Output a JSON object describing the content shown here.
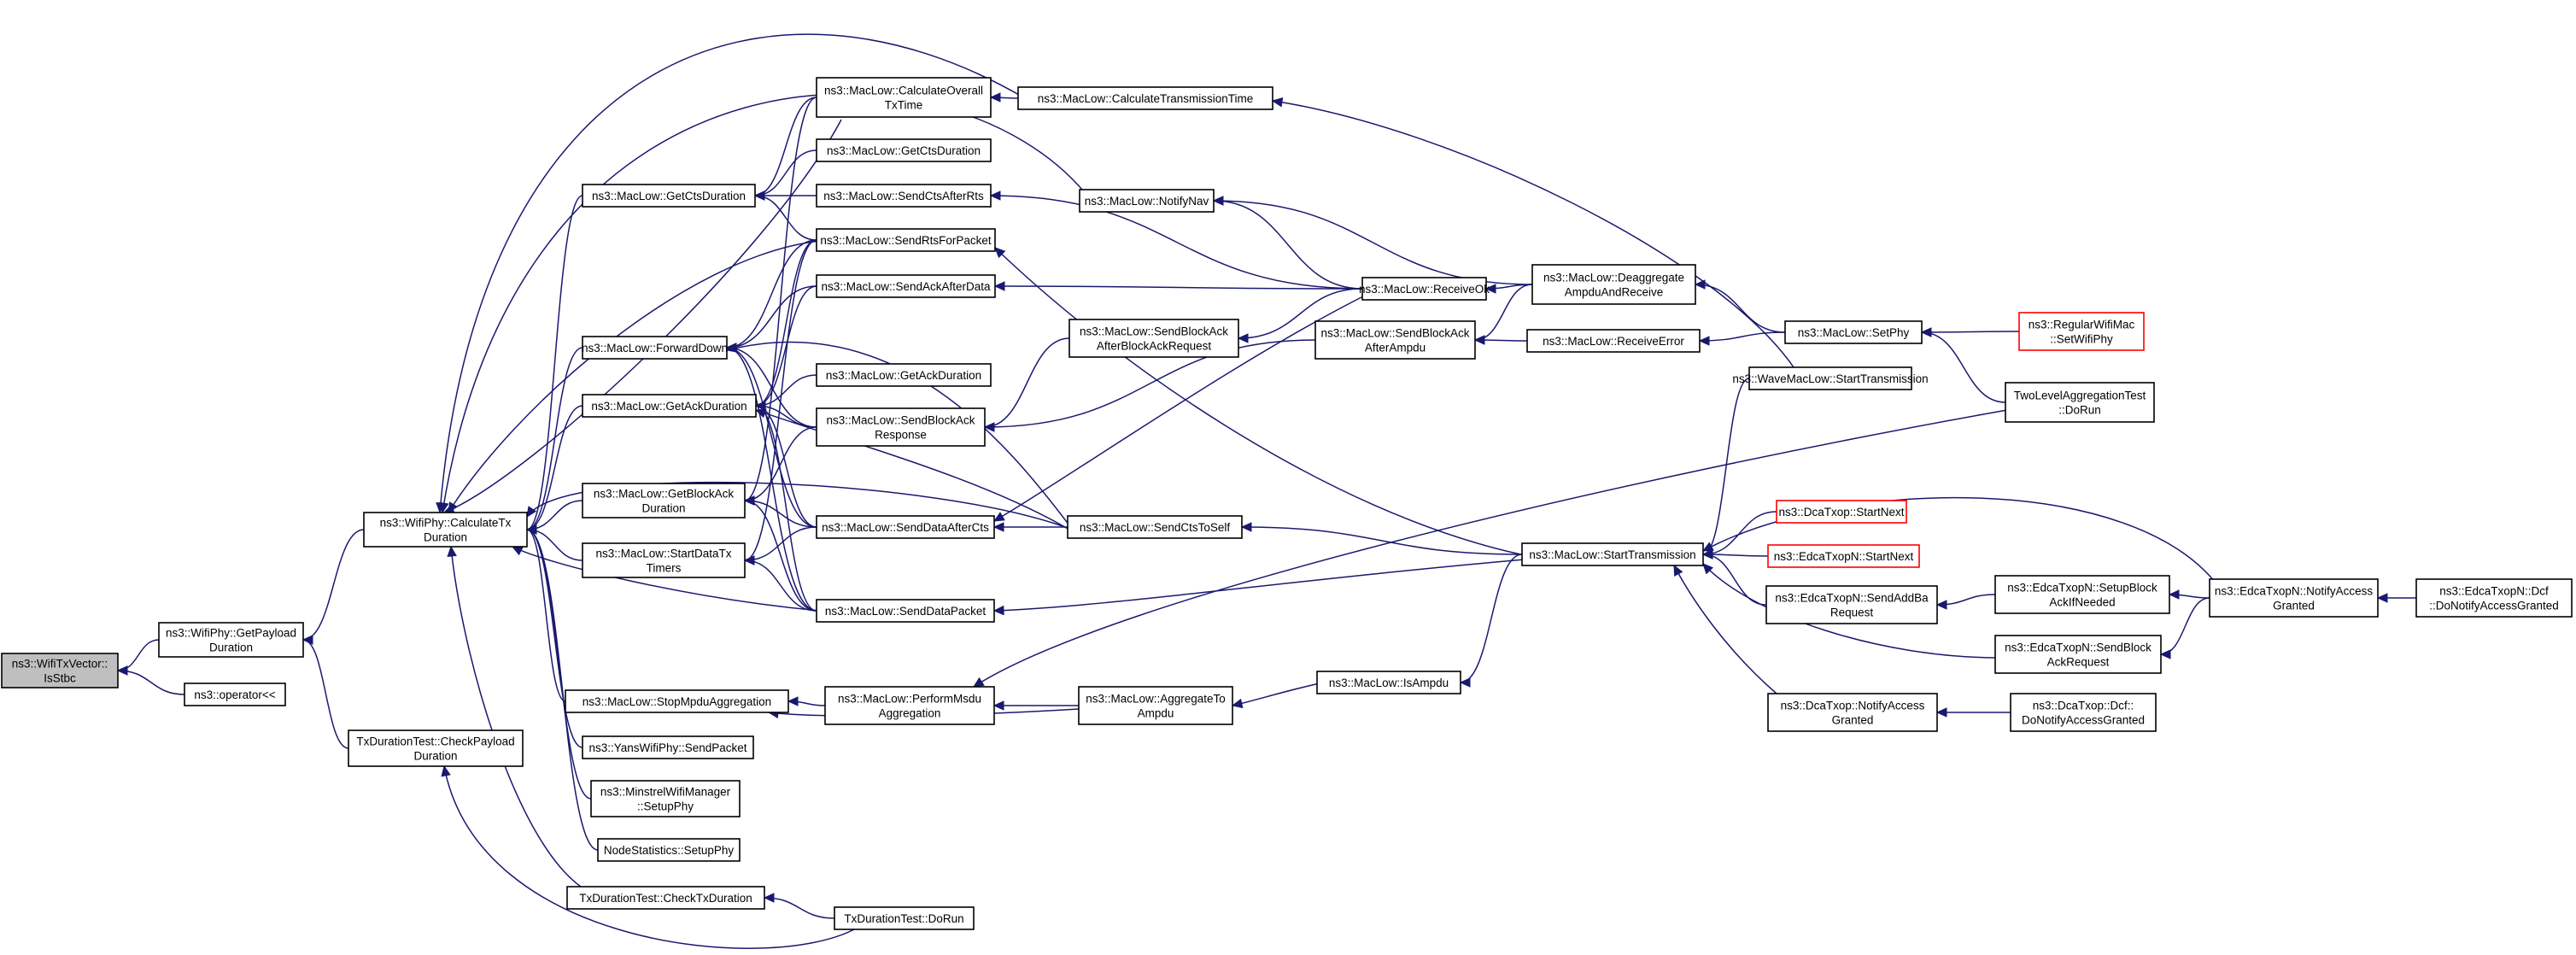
{
  "colors": {
    "edge": "#191970",
    "root_fill": "#bfbfbf",
    "red_border": "#ff0000"
  },
  "nodes": [
    {
      "id": "n0",
      "lines": [
        "ns3::WifiTxVector::",
        "IsStbc"
      ],
      "root": true
    },
    {
      "id": "n1",
      "lines": [
        "ns3::WifiPhy::GetPayload",
        "Duration"
      ]
    },
    {
      "id": "n2",
      "lines": [
        "ns3::operator<<"
      ]
    },
    {
      "id": "n3",
      "lines": [
        "ns3::WifiPhy::CalculateTx",
        "Duration"
      ]
    },
    {
      "id": "n4",
      "lines": [
        "TxDurationTest::CheckPayload",
        "Duration"
      ]
    },
    {
      "id": "n5",
      "lines": [
        "ns3::MacLow::GetCtsDuration"
      ]
    },
    {
      "id": "n6",
      "lines": [
        "ns3::MacLow::ForwardDown"
      ]
    },
    {
      "id": "n7",
      "lines": [
        "ns3::MacLow::GetAckDuration"
      ]
    },
    {
      "id": "n8",
      "lines": [
        "ns3::MacLow::GetBlockAck",
        "Duration"
      ]
    },
    {
      "id": "n9",
      "lines": [
        "ns3::MacLow::StartDataTx",
        "Timers"
      ]
    },
    {
      "id": "n10",
      "lines": [
        "ns3::MacLow::StopMpduAggregation"
      ]
    },
    {
      "id": "n11",
      "lines": [
        "ns3::YansWifiPhy::SendPacket"
      ]
    },
    {
      "id": "n12",
      "lines": [
        "ns3::MinstrelWifiManager",
        "::SetupPhy"
      ]
    },
    {
      "id": "n13",
      "lines": [
        "NodeStatistics::SetupPhy"
      ]
    },
    {
      "id": "n14",
      "lines": [
        "TxDurationTest::CheckTxDuration"
      ]
    },
    {
      "id": "n15",
      "lines": [
        "TxDurationTest::DoRun"
      ]
    },
    {
      "id": "n16",
      "lines": [
        "ns3::MacLow::CalculateOverall",
        "TxTime"
      ]
    },
    {
      "id": "n17",
      "lines": [
        "ns3::MacLow::GetCtsDuration"
      ]
    },
    {
      "id": "n18",
      "lines": [
        "ns3::MacLow::SendCtsAfterRts"
      ]
    },
    {
      "id": "n19",
      "lines": [
        "ns3::MacLow::SendRtsForPacket"
      ]
    },
    {
      "id": "n20",
      "lines": [
        "ns3::MacLow::SendAckAfterData"
      ]
    },
    {
      "id": "n21",
      "lines": [
        "ns3::MacLow::GetAckDuration"
      ]
    },
    {
      "id": "n22",
      "lines": [
        "ns3::MacLow::SendBlockAck",
        "Response"
      ]
    },
    {
      "id": "n23",
      "lines": [
        "ns3::MacLow::SendDataAfterCts"
      ]
    },
    {
      "id": "n24",
      "lines": [
        "ns3::MacLow::SendDataPacket"
      ]
    },
    {
      "id": "n25",
      "lines": [
        "ns3::MacLow::PerformMsdu",
        "Aggregation"
      ]
    },
    {
      "id": "n26",
      "lines": [
        "ns3::MacLow::CalculateTransmissionTime"
      ]
    },
    {
      "id": "n27",
      "lines": [
        "ns3::MacLow::NotifyNav"
      ]
    },
    {
      "id": "n28",
      "lines": [
        "ns3::MacLow::SendBlockAck",
        "AfterBlockAckRequest"
      ]
    },
    {
      "id": "n29",
      "lines": [
        "ns3::MacLow::SendCtsToSelf"
      ]
    },
    {
      "id": "n30",
      "lines": [
        "ns3::MacLow::AggregateTo",
        "Ampdu"
      ]
    },
    {
      "id": "n31",
      "lines": [
        "ns3::MacLow::ReceiveOk"
      ]
    },
    {
      "id": "n32",
      "lines": [
        "ns3::MacLow::SendBlockAck",
        "AfterAmpdu"
      ]
    },
    {
      "id": "n33",
      "lines": [
        "ns3::MacLow::IsAmpdu"
      ]
    },
    {
      "id": "n34",
      "lines": [
        "ns3::MacLow::Deaggregate",
        "AmpduAndReceive"
      ]
    },
    {
      "id": "n35",
      "lines": [
        "ns3::MacLow::ReceiveError"
      ]
    },
    {
      "id": "n36",
      "lines": [
        "ns3::MacLow::StartTransmission"
      ]
    },
    {
      "id": "n37",
      "lines": [
        "ns3::MacLow::SetPhy"
      ]
    },
    {
      "id": "n38",
      "lines": [
        "ns3::WaveMacLow::StartTransmission"
      ]
    },
    {
      "id": "n39",
      "lines": [
        "ns3::DcaTxop::StartNext"
      ],
      "red": true
    },
    {
      "id": "n40",
      "lines": [
        "ns3::EdcaTxopN::StartNext"
      ],
      "red": true
    },
    {
      "id": "n41",
      "lines": [
        "ns3::EdcaTxopN::SendAddBa",
        "Request"
      ]
    },
    {
      "id": "n42",
      "lines": [
        "ns3::DcaTxop::NotifyAccess",
        "Granted"
      ]
    },
    {
      "id": "n43",
      "lines": [
        "ns3::RegularWifiMac",
        "::SetWifiPhy"
      ],
      "red": true
    },
    {
      "id": "n44",
      "lines": [
        "TwoLevelAggregationTest",
        "::DoRun"
      ]
    },
    {
      "id": "n45",
      "lines": [
        "ns3::EdcaTxopN::SetupBlock",
        "AckIfNeeded"
      ]
    },
    {
      "id": "n46",
      "lines": [
        "ns3::EdcaTxopN::SendBlock",
        "AckRequest"
      ]
    },
    {
      "id": "n47",
      "lines": [
        "ns3::DcaTxop::Dcf::",
        "DoNotifyAccessGranted"
      ]
    },
    {
      "id": "n48",
      "lines": [
        "ns3::EdcaTxopN::NotifyAccess",
        "Granted"
      ]
    },
    {
      "id": "n49",
      "lines": [
        "ns3::EdcaTxopN::Dcf",
        "::DoNotifyAccessGranted"
      ]
    }
  ],
  "edges": [
    [
      "n1",
      "n0"
    ],
    [
      "n2",
      "n0"
    ],
    [
      "n3",
      "n1"
    ],
    [
      "n4",
      "n1"
    ],
    [
      "n5",
      "n3"
    ],
    [
      "n6",
      "n3"
    ],
    [
      "n7",
      "n3"
    ],
    [
      "n8",
      "n3"
    ],
    [
      "n9",
      "n3"
    ],
    [
      "n10",
      "n3"
    ],
    [
      "n11",
      "n3"
    ],
    [
      "n12",
      "n3"
    ],
    [
      "n13",
      "n3"
    ],
    [
      "n14",
      "n3"
    ],
    [
      "n16",
      "n3"
    ],
    [
      "n26",
      "n3"
    ],
    [
      "n27",
      "n3"
    ],
    [
      "n19",
      "n3"
    ],
    [
      "n24",
      "n3"
    ],
    [
      "n29",
      "n3"
    ],
    [
      "n15",
      "n4"
    ],
    [
      "n15",
      "n14"
    ],
    [
      "n16",
      "n5"
    ],
    [
      "n17",
      "n5"
    ],
    [
      "n18",
      "n5"
    ],
    [
      "n19",
      "n5"
    ],
    [
      "n19",
      "n6"
    ],
    [
      "n20",
      "n6"
    ],
    [
      "n22",
      "n6"
    ],
    [
      "n23",
      "n6"
    ],
    [
      "n24",
      "n6"
    ],
    [
      "n29",
      "n6"
    ],
    [
      "n19",
      "n7"
    ],
    [
      "n20",
      "n7"
    ],
    [
      "n21",
      "n7"
    ],
    [
      "n22",
      "n7"
    ],
    [
      "n23",
      "n7"
    ],
    [
      "n24",
      "n7"
    ],
    [
      "n29",
      "n7"
    ],
    [
      "n16",
      "n8"
    ],
    [
      "n22",
      "n8"
    ],
    [
      "n23",
      "n8"
    ],
    [
      "n24",
      "n8"
    ],
    [
      "n19",
      "n9"
    ],
    [
      "n23",
      "n9"
    ],
    [
      "n24",
      "n9"
    ],
    [
      "n25",
      "n10"
    ],
    [
      "n30",
      "n10"
    ],
    [
      "n26",
      "n16"
    ],
    [
      "n31",
      "n18"
    ],
    [
      "n36",
      "n19"
    ],
    [
      "n31",
      "n20"
    ],
    [
      "n28",
      "n22"
    ],
    [
      "n32",
      "n22"
    ],
    [
      "n29",
      "n23"
    ],
    [
      "n31",
      "n23"
    ],
    [
      "n36",
      "n24"
    ],
    [
      "n30",
      "n25"
    ],
    [
      "n44",
      "n25"
    ],
    [
      "n38",
      "n26"
    ],
    [
      "n31",
      "n27"
    ],
    [
      "n34",
      "n27"
    ],
    [
      "n31",
      "n28"
    ],
    [
      "n36",
      "n29"
    ],
    [
      "n33",
      "n30"
    ],
    [
      "n34",
      "n31"
    ],
    [
      "n35",
      "n32"
    ],
    [
      "n34",
      "n32"
    ],
    [
      "n36",
      "n33"
    ],
    [
      "n37",
      "n34"
    ],
    [
      "n37",
      "n35"
    ],
    [
      "n38",
      "n36"
    ],
    [
      "n39",
      "n36"
    ],
    [
      "n40",
      "n36"
    ],
    [
      "n41",
      "n36"
    ],
    [
      "n42",
      "n36"
    ],
    [
      "n46",
      "n36"
    ],
    [
      "n48",
      "n36"
    ],
    [
      "n43",
      "n37"
    ],
    [
      "n44",
      "n37"
    ],
    [
      "n45",
      "n41"
    ],
    [
      "n47",
      "n42"
    ],
    [
      "n48",
      "n45"
    ],
    [
      "n48",
      "n46"
    ],
    [
      "n49",
      "n48"
    ]
  ]
}
